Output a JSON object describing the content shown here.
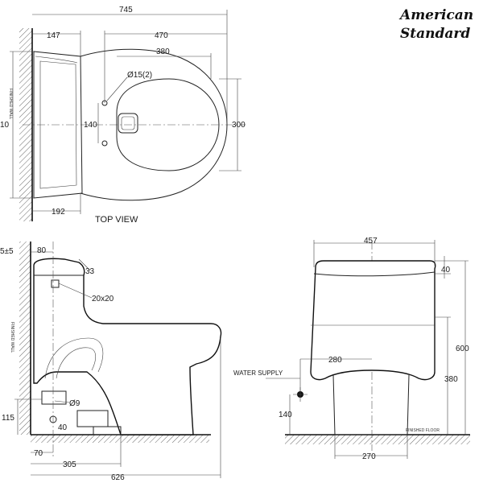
{
  "brand": {
    "line1": "American",
    "line2": "Standard"
  },
  "top_view": {
    "title": "TOP VIEW",
    "dims": {
      "overall_length": "745",
      "tank_depth": "147",
      "seat_to_end": "470",
      "bowl_length": "380",
      "hole": "Ø15(2)",
      "hole_spacing": "140",
      "width_partial": "10",
      "bowl_width": "300",
      "wall_to_outlet": "192"
    },
    "wall_label": "FINISHED WALL"
  },
  "side_view": {
    "dims": {
      "top_left": "5±5",
      "lever_offset": "80",
      "lever_drop": "33",
      "lever_size": "20x20",
      "supply_dia": "Ø9",
      "supply_height": "115",
      "supply_offset": "40",
      "supply_from_wall": "70",
      "rough_in": "305",
      "overall_length": "626"
    },
    "wall_label": "FINISHED WALL"
  },
  "front_view": {
    "dims": {
      "tank_width": "457",
      "lid_height": "40",
      "overall_height": "600",
      "bowl_height": "380",
      "supply_offset": "280",
      "supply_height": "140",
      "base_width": "270"
    },
    "water_supply_label": "WATER SUPPLY",
    "floor_label": "FINISHED FLOOR"
  }
}
